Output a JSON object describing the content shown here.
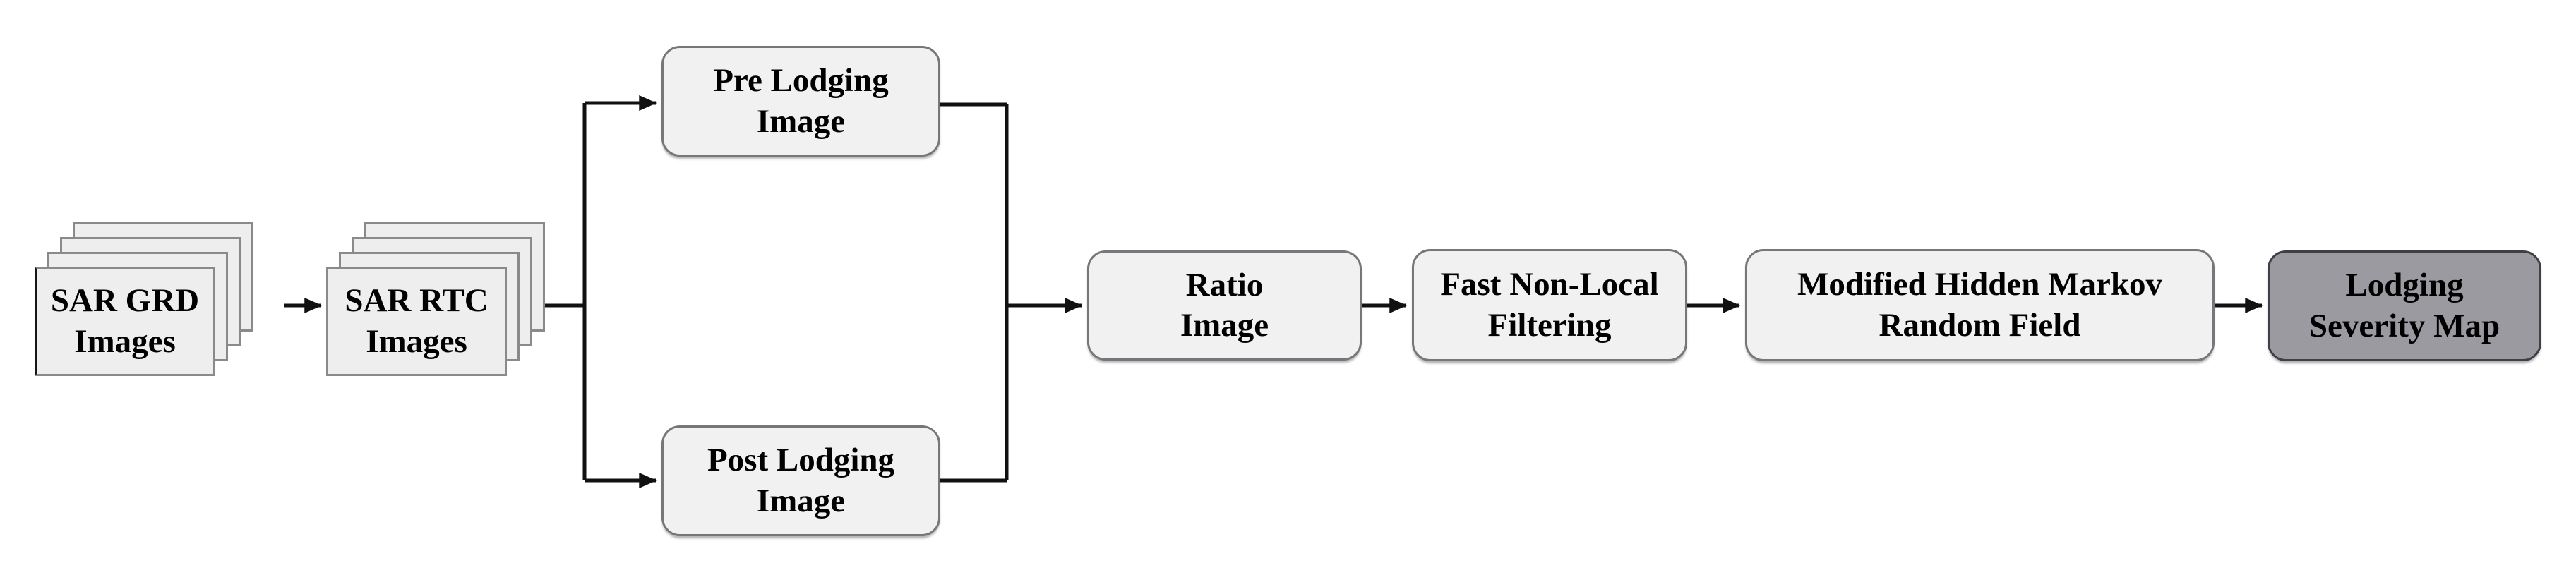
{
  "diagram": {
    "type": "flowchart",
    "description": "SAR-based crop lodging severity mapping processing pipeline",
    "nodes": {
      "sar_grd": {
        "line1": "SAR GRD",
        "line2": "Images",
        "kind": "image-stack"
      },
      "sar_rtc": {
        "line1": "SAR RTC",
        "line2": "Images",
        "kind": "image-stack"
      },
      "pre_lodging": {
        "line1": "Pre Lodging",
        "line2": "Image",
        "kind": "process"
      },
      "post_lodging": {
        "line1": "Post Lodging",
        "line2": "Image",
        "kind": "process"
      },
      "ratio_image": {
        "line1": "Ratio",
        "line2": "Image",
        "kind": "process"
      },
      "fast_nonlocal": {
        "line1": "Fast Non-Local",
        "line2": "Filtering",
        "kind": "process"
      },
      "mhmrf": {
        "line1": "Modified Hidden Markov",
        "line2": "Random Field",
        "kind": "process"
      },
      "lodging_severity_map": {
        "line1": "Lodging",
        "line2": "Severity Map",
        "kind": "output"
      }
    },
    "edges": [
      "SAR GRD Images -> SAR RTC Images",
      "SAR RTC Images -> Pre Lodging Image",
      "SAR RTC Images -> Post Lodging Image",
      "Pre Lodging Image -> Ratio Image",
      "Post Lodging Image -> Ratio Image",
      "Ratio Image -> Fast Non-Local Filtering",
      "Fast Non-Local Filtering -> Modified Hidden Markov Random Field",
      "Modified Hidden Markov Random Field -> Lodging Severity Map"
    ],
    "colors": {
      "background": "#ffffff",
      "node_fill": "#f1f1f2",
      "node_border": "#76767b",
      "stack_fill": "#eeeeef",
      "stack_border": "#8a8a8a",
      "output_fill": "#9a9aa0",
      "output_border": "#3f3f45",
      "arrow": "#111111",
      "text": "#000000"
    }
  }
}
